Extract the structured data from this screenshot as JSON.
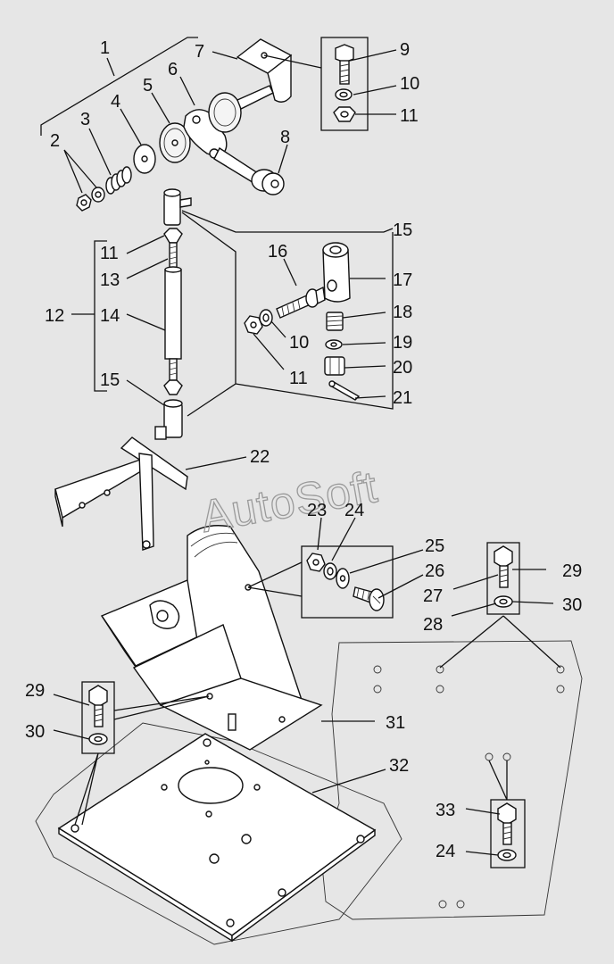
{
  "watermark": "AutoSoft",
  "labels": [
    "1",
    "2",
    "3",
    "4",
    "5",
    "6",
    "7",
    "8",
    "9",
    "10",
    "11",
    "15",
    "16",
    "17",
    "18",
    "19",
    "20",
    "21",
    "11",
    "13",
    "12",
    "14",
    "10",
    "11",
    "15",
    "22",
    "23",
    "24",
    "25",
    "26",
    "29",
    "27",
    "30",
    "28",
    "29",
    "30",
    "31",
    "32",
    "33",
    "24"
  ]
}
